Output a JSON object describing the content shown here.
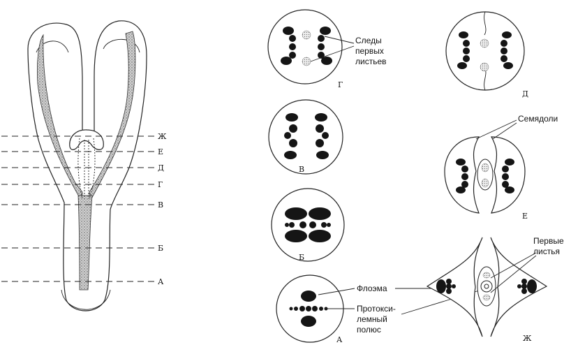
{
  "levels": [
    {
      "key": "zh",
      "label": "Ж"
    },
    {
      "key": "e",
      "label": "Е"
    },
    {
      "key": "d",
      "label": "Д"
    },
    {
      "key": "g",
      "label": "Г"
    },
    {
      "key": "v",
      "label": "В"
    },
    {
      "key": "b",
      "label": "Б"
    },
    {
      "key": "a",
      "label": "А"
    }
  ],
  "sections": {
    "g": "Г",
    "d": "Д",
    "v": "В",
    "e": "Е",
    "b": "Б",
    "a": "А",
    "zh": "Ж"
  },
  "annotations": {
    "leaf_traces": [
      "Следы",
      "первых",
      "листьев"
    ],
    "cotyledons": "Семядоли",
    "phloem": "Флоэма",
    "protoxylem": [
      "Протокси-",
      "лемный",
      "полюс"
    ],
    "first_leaves": [
      "Первые",
      "листья"
    ]
  }
}
